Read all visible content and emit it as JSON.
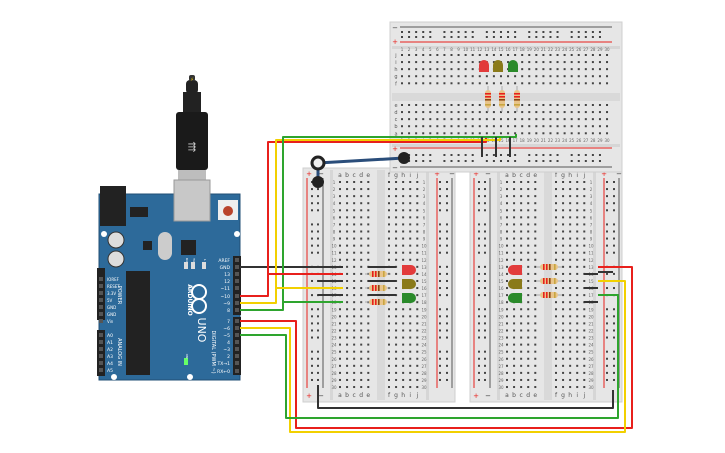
{
  "colors": {
    "board": "#2d6a9a",
    "breadboard": "#e6e6e6",
    "wire_red": "#e8201c",
    "wire_yellow": "#f2d000",
    "wire_green": "#2ea52e",
    "wire_black": "#333333",
    "wire_blue": "#2a4d7a",
    "led_red": "#e23b3b",
    "led_yellow": "#8a7a1a",
    "led_green": "#2a8a2a"
  },
  "arduino": {
    "brand": "ARDUINO",
    "model": "UNO",
    "digital_label": "DIGITAL (PWM ~)",
    "power_label": "POWER",
    "analog_label": "ANALOG IN",
    "digital_pins": [
      "AREF",
      "GND",
      "13",
      "12",
      "~11",
      "~10",
      "~9",
      "8",
      "7",
      "~6",
      "~5",
      "4",
      "~3",
      "2",
      "TX→1",
      "RX←0"
    ],
    "power_pins": [
      "IOREF",
      "RESET",
      "3.3V",
      "5V",
      "GND",
      "GND",
      "Vin"
    ],
    "analog_pins": [
      "A0",
      "A1",
      "A2",
      "A3",
      "A4",
      "A5"
    ],
    "leds": [
      "RX",
      "TX",
      "L",
      "ON"
    ]
  },
  "breadboard": {
    "columns_left": [
      "a",
      "b",
      "c",
      "d",
      "e"
    ],
    "columns_right": [
      "f",
      "g",
      "h",
      "i",
      "j"
    ],
    "rows": [
      "1",
      "2",
      "3",
      "4",
      "5",
      "6",
      "7",
      "8",
      "9",
      "10",
      "11",
      "12",
      "13",
      "14",
      "15",
      "16",
      "17",
      "18",
      "19",
      "20",
      "21",
      "22",
      "23",
      "24",
      "25",
      "26",
      "27",
      "28",
      "29",
      "30"
    ],
    "plus": "+",
    "minus": "−"
  }
}
